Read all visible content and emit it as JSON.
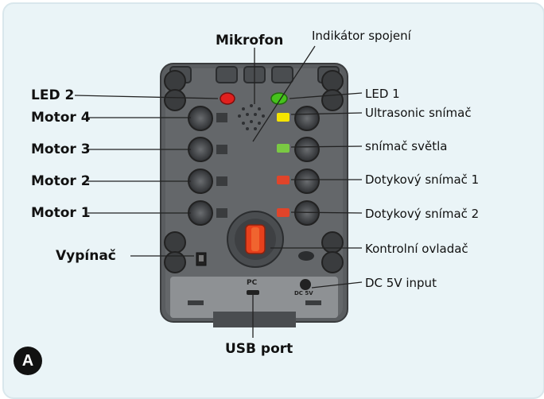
{
  "labels": {
    "mikrofon": "Mikrofon",
    "indikator": "Indikátor spojení",
    "led2": "LED 2",
    "motor4": "Motor 4",
    "motor3": "Motor 3",
    "motor2": "Motor 2",
    "motor1": "Motor 1",
    "vypinac": "Vypínač",
    "usb": "USB port",
    "led1": "LED 1",
    "ultrasonic": "Ultrasonic snímač",
    "svetla": "snímač světla",
    "dotyk1": "Dotykový snímač 1",
    "dotyk2": "Dotykový snímač 2",
    "kontrolni": "Kontrolní ovladač",
    "dc": "DC 5V input"
  },
  "device": {
    "pc_marking": "PC",
    "dc_marking": "DC 5V"
  },
  "badge": "A",
  "colors": {
    "background": "#eaf4f7",
    "device_body": "#5a5d60",
    "led_red": "#e0201e",
    "led_green": "#46c21c",
    "indicator_yellow": "#f5e400",
    "indicator_green": "#7ac943",
    "indicator_orange": "#e0442a",
    "knob": "#e8401c"
  }
}
